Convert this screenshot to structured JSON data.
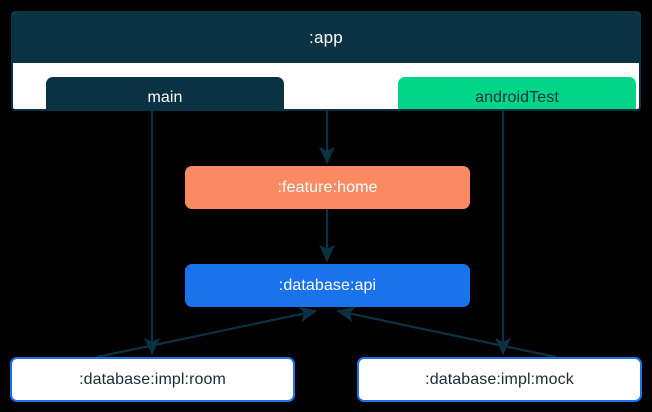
{
  "diagram": {
    "type": "module-dependency-graph",
    "background": "#000000",
    "edge_color": "#0b3243",
    "subgraph": {
      "title": ":app",
      "title_bar_color": "#0b3243",
      "body_color": "#ffffff",
      "border_color": "#0b3243",
      "source_sets": [
        {
          "id": "main",
          "label": "main",
          "fill": "#0b3243",
          "text_color": "#ffffff"
        },
        {
          "id": "androidTest",
          "label": "androidTest",
          "fill": "#03d587",
          "text_color": "#0b3243"
        }
      ]
    },
    "nodes": [
      {
        "id": "feature-home",
        "label": ":feature:home",
        "fill": "#fb8a63",
        "text_color": "#ffffff"
      },
      {
        "id": "database-api",
        "label": ":database:api",
        "fill": "#1a73ec",
        "text_color": "#ffffff"
      },
      {
        "id": "database-impl-room",
        "label": ":database:impl:room",
        "fill": "#ffffff",
        "text_color": "#1b2b34",
        "border": "#1a73ec"
      },
      {
        "id": "database-impl-mock",
        "label": ":database:impl:mock",
        "fill": "#ffffff",
        "text_color": "#1b2b34",
        "border": "#1a73ec"
      }
    ],
    "edges": [
      {
        "from": "app",
        "to": "feature-home",
        "style": "solid",
        "arrow": true
      },
      {
        "from": "main",
        "to": "database-impl-room",
        "style": "solid",
        "arrow": true
      },
      {
        "from": "androidTest",
        "to": "database-impl-mock",
        "style": "solid",
        "arrow": true
      },
      {
        "from": "feature-home",
        "to": "database-api",
        "style": "solid",
        "arrow": true
      },
      {
        "from": "database-impl-room",
        "to": "database-api",
        "style": "solid",
        "arrow": true
      },
      {
        "from": "database-impl-mock",
        "to": "database-api",
        "style": "solid",
        "arrow": true
      }
    ]
  }
}
